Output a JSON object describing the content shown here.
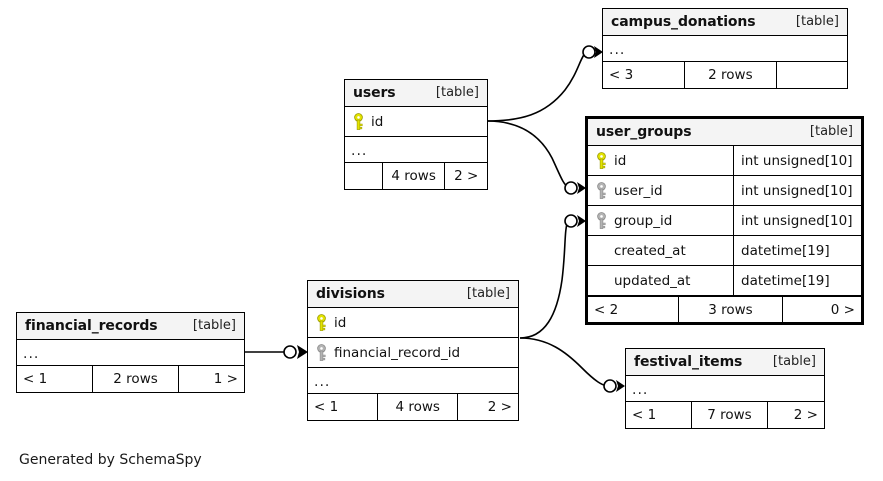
{
  "diagram": {
    "caption": "Generated by SchemaSpy",
    "kind_label": "[table]",
    "ellipsis": "...",
    "colors": {
      "primary_key": "#e3e300",
      "foreign_key": "#b3b3b3",
      "header_bg": "#f4f4f4",
      "border": "#000000",
      "background": "#ffffff"
    }
  },
  "tables": {
    "campus_donations": {
      "name": "campus_donations",
      "kind": "[table]",
      "columns": [],
      "has_ellipsis": true,
      "footer": {
        "left": "< 3",
        "center": "2 rows",
        "right": ""
      }
    },
    "users": {
      "name": "users",
      "kind": "[table]",
      "columns": [
        {
          "name": "id",
          "key": "primary",
          "type": ""
        }
      ],
      "has_ellipsis": true,
      "footer": {
        "left": "",
        "center": "4 rows",
        "right": "2 >"
      }
    },
    "user_groups": {
      "name": "user_groups",
      "kind": "[table]",
      "focused": true,
      "columns": [
        {
          "name": "id",
          "key": "primary",
          "type": "int unsigned[10]"
        },
        {
          "name": "user_id",
          "key": "foreign",
          "type": "int unsigned[10]"
        },
        {
          "name": "group_id",
          "key": "foreign",
          "type": "int unsigned[10]"
        },
        {
          "name": "created_at",
          "key": "none",
          "type": "datetime[19]"
        },
        {
          "name": "updated_at",
          "key": "none",
          "type": "datetime[19]"
        }
      ],
      "has_ellipsis": false,
      "footer": {
        "left": "< 2",
        "center": "3 rows",
        "right": "0 >"
      }
    },
    "divisions": {
      "name": "divisions",
      "kind": "[table]",
      "columns": [
        {
          "name": "id",
          "key": "primary",
          "type": ""
        },
        {
          "name": "financial_record_id",
          "key": "foreign",
          "type": ""
        }
      ],
      "has_ellipsis": true,
      "footer": {
        "left": "< 1",
        "center": "4 rows",
        "right": "2 >"
      }
    },
    "financial_records": {
      "name": "financial_records",
      "kind": "[table]",
      "columns": [],
      "has_ellipsis": true,
      "footer": {
        "left": "< 1",
        "center": "2 rows",
        "right": "1 >"
      }
    },
    "festival_items": {
      "name": "festival_items",
      "kind": "[table]",
      "columns": [],
      "has_ellipsis": true,
      "footer": {
        "left": "< 1",
        "center": "7 rows",
        "right": "2 >"
      }
    }
  },
  "relationships": [
    {
      "from": "users",
      "to": "campus_donations"
    },
    {
      "from": "users",
      "to": "user_groups.user_id"
    },
    {
      "from": "divisions",
      "to": "user_groups.group_id"
    },
    {
      "from": "divisions",
      "to": "festival_items"
    },
    {
      "from": "financial_records",
      "to": "divisions.financial_record_id"
    }
  ]
}
